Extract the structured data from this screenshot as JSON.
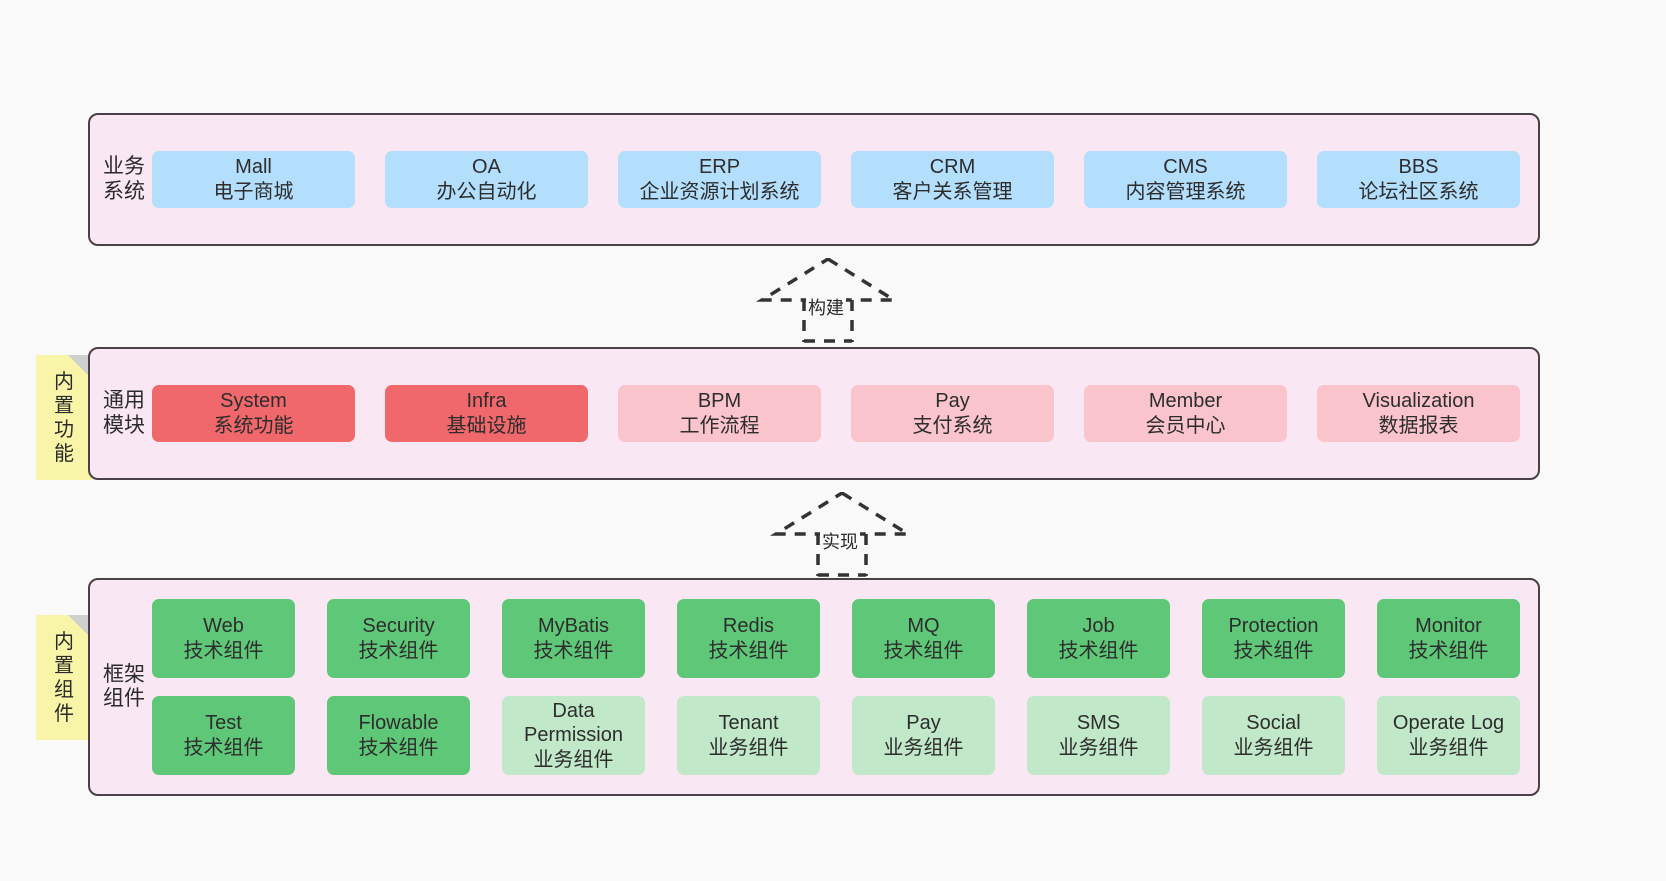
{
  "diagram": {
    "background_color": "#f9f9f9",
    "layer_fill": "#f9e8f3",
    "layer_border": "#4a4048"
  },
  "layers": [
    {
      "id": "business-system",
      "title": "业务系统",
      "rows": [
        [
          {
            "en": "Mall",
            "cn": "电子商城",
            "color": "#b3dffc",
            "style": "blue"
          },
          {
            "en": "OA",
            "cn": "办公自动化",
            "color": "#b3dffc",
            "style": "blue"
          },
          {
            "en": "ERP",
            "cn": "企业资源计划系统",
            "color": "#b3dffc",
            "style": "blue"
          },
          {
            "en": "CRM",
            "cn": "客户关系管理",
            "color": "#b3dffc",
            "style": "blue"
          },
          {
            "en": "CMS",
            "cn": "内容管理系统",
            "color": "#b3dffc",
            "style": "blue"
          },
          {
            "en": "BBS",
            "cn": "论坛社区系统",
            "color": "#b3dffc",
            "style": "blue"
          }
        ]
      ]
    },
    {
      "id": "general-module",
      "title": "通用模块",
      "note": "内置功能",
      "rows": [
        [
          {
            "en": "System",
            "cn": "系统功能",
            "color": "#f0686b",
            "style": "red"
          },
          {
            "en": "Infra",
            "cn": "基础设施",
            "color": "#f0686b",
            "style": "red"
          },
          {
            "en": "BPM",
            "cn": "工作流程",
            "color": "#fac4cd",
            "style": "pink"
          },
          {
            "en": "Pay",
            "cn": "支付系统",
            "color": "#fac4cd",
            "style": "pink"
          },
          {
            "en": "Member",
            "cn": "会员中心",
            "color": "#fac4cd",
            "style": "pink"
          },
          {
            "en": "Visualization",
            "cn": "数据报表",
            "color": "#fac4cd",
            "style": "pink"
          }
        ]
      ]
    },
    {
      "id": "framework-component",
      "title": "框架组件",
      "note": "内置组件",
      "rows": [
        [
          {
            "en": "Web",
            "cn": "技术组件",
            "color": "#5fc878",
            "style": "green"
          },
          {
            "en": "Security",
            "cn": "技术组件",
            "color": "#5fc878",
            "style": "green"
          },
          {
            "en": "MyBatis",
            "cn": "技术组件",
            "color": "#5fc878",
            "style": "green"
          },
          {
            "en": "Redis",
            "cn": "技术组件",
            "color": "#5fc878",
            "style": "green"
          },
          {
            "en": "MQ",
            "cn": "技术组件",
            "color": "#5fc878",
            "style": "green"
          },
          {
            "en": "Job",
            "cn": "技术组件",
            "color": "#5fc878",
            "style": "green"
          },
          {
            "en": "Protection",
            "cn": "技术组件",
            "color": "#5fc878",
            "style": "green"
          },
          {
            "en": "Monitor",
            "cn": "技术组件",
            "color": "#5fc878",
            "style": "green"
          }
        ],
        [
          {
            "en": "Test",
            "cn": "技术组件",
            "color": "#5fc878",
            "style": "green"
          },
          {
            "en": "Flowable",
            "cn": "技术组件",
            "color": "#5fc878",
            "style": "green"
          },
          {
            "en": "Data Permission",
            "cn": "业务组件",
            "color": "#c1e8c8",
            "style": "lgreen"
          },
          {
            "en": "Tenant",
            "cn": "业务组件",
            "color": "#c1e8c8",
            "style": "lgreen"
          },
          {
            "en": "Pay",
            "cn": "业务组件",
            "color": "#c1e8c8",
            "style": "lgreen"
          },
          {
            "en": "SMS",
            "cn": "业务组件",
            "color": "#c1e8c8",
            "style": "lgreen"
          },
          {
            "en": "Social",
            "cn": "业务组件",
            "color": "#c1e8c8",
            "style": "lgreen"
          },
          {
            "en": "Operate Log",
            "cn": "业务组件",
            "color": "#c1e8c8",
            "style": "lgreen"
          }
        ]
      ]
    }
  ],
  "connectors": [
    {
      "id": "build",
      "label": "构建",
      "from": "general-module",
      "to": "business-system",
      "style": "dashed-hollow-arrow-up"
    },
    {
      "id": "implement",
      "label": "实现",
      "from": "framework-component",
      "to": "general-module",
      "style": "dashed-hollow-arrow-up"
    }
  ]
}
